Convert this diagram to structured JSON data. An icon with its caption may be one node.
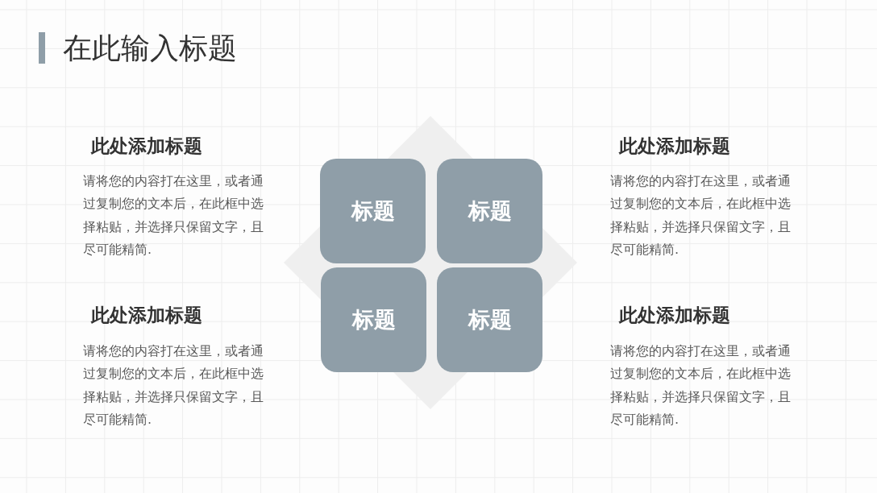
{
  "diagram": {
    "title": "在此输入标题",
    "nodes": [
      {
        "text": [
          "标题"
        ]
      },
      {
        "text": [
          "标题"
        ]
      },
      {
        "text": [
          "标题"
        ]
      },
      {
        "text": [
          "标题"
        ]
      }
    ],
    "labels": [
      "此处添加标题",
      "请将您的内容打在这里，或者通过复制您的文本后，在此框中选择粘贴，并选择只保留文字，且尽可能精简.",
      "此处添加标题",
      "请将您的内容打在这里，或者通过复制您的文本后，在此框中选择粘贴，并选择只保留文字，且尽可能精简.",
      "此处添加标题",
      "请将您的内容打在这里，或者通过复制您的文本后，在此框中选择粘贴，并选择只保留文字，且尽可能精简.",
      "此处添加标题",
      "请将您的内容打在这里，或者通过复制您的文本后，在此框中选择粘贴，并选择只保留文字，且尽可能精简."
    ]
  }
}
